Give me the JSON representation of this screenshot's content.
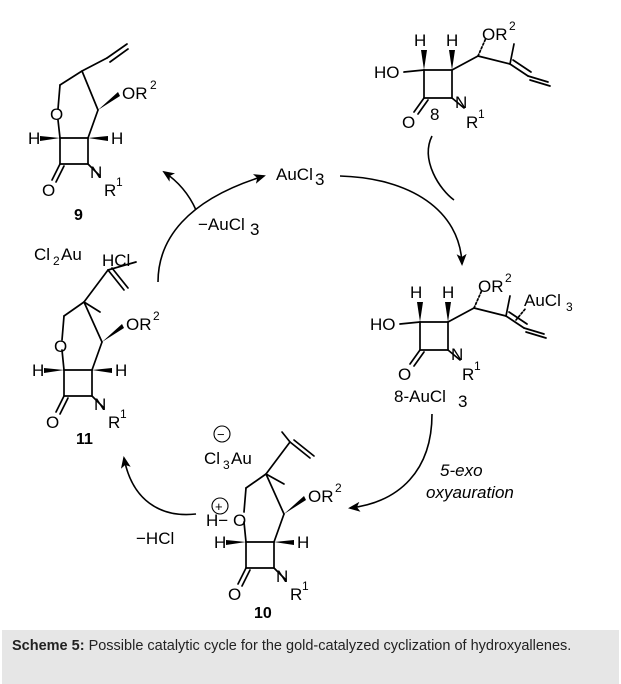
{
  "compounds": {
    "c8": "8",
    "c8_au": "8-AuCl",
    "c8_au_sub": "3",
    "c9": "9",
    "c10": "10",
    "c11": "11"
  },
  "atoms": {
    "H": "H",
    "O": "O",
    "N": "N",
    "HO": "HO",
    "OR": "OR",
    "R": "R",
    "sup2": "2",
    "sup1": "1",
    "Au": "Au",
    "Cl": "Cl",
    "Cl2Au": "Cl",
    "Cl2Au_sub": "2",
    "Cl2Au_au": "Au",
    "Cl3Au": "Cl",
    "Cl3Au_sub": "3",
    "Cl3Au_au": "Au",
    "AuCl": "AuCl",
    "AuCl_sub": "3",
    "minus": "−",
    "plus": "+",
    "H_minus": "H−"
  },
  "labels": {
    "catalyst": "AuCl",
    "catalyst_sub": "3",
    "minus_aucl3": "−AuCl",
    "minus_aucl3_sub": "3",
    "hcl": "HCl",
    "minus_hcl": "−HCl",
    "step1": "5-exo",
    "step2": "oxyauration"
  },
  "caption": {
    "bold": "Scheme 5:",
    "text": " Possible catalytic cycle for the gold-catalyzed cyclization of hydroxyallenes."
  }
}
